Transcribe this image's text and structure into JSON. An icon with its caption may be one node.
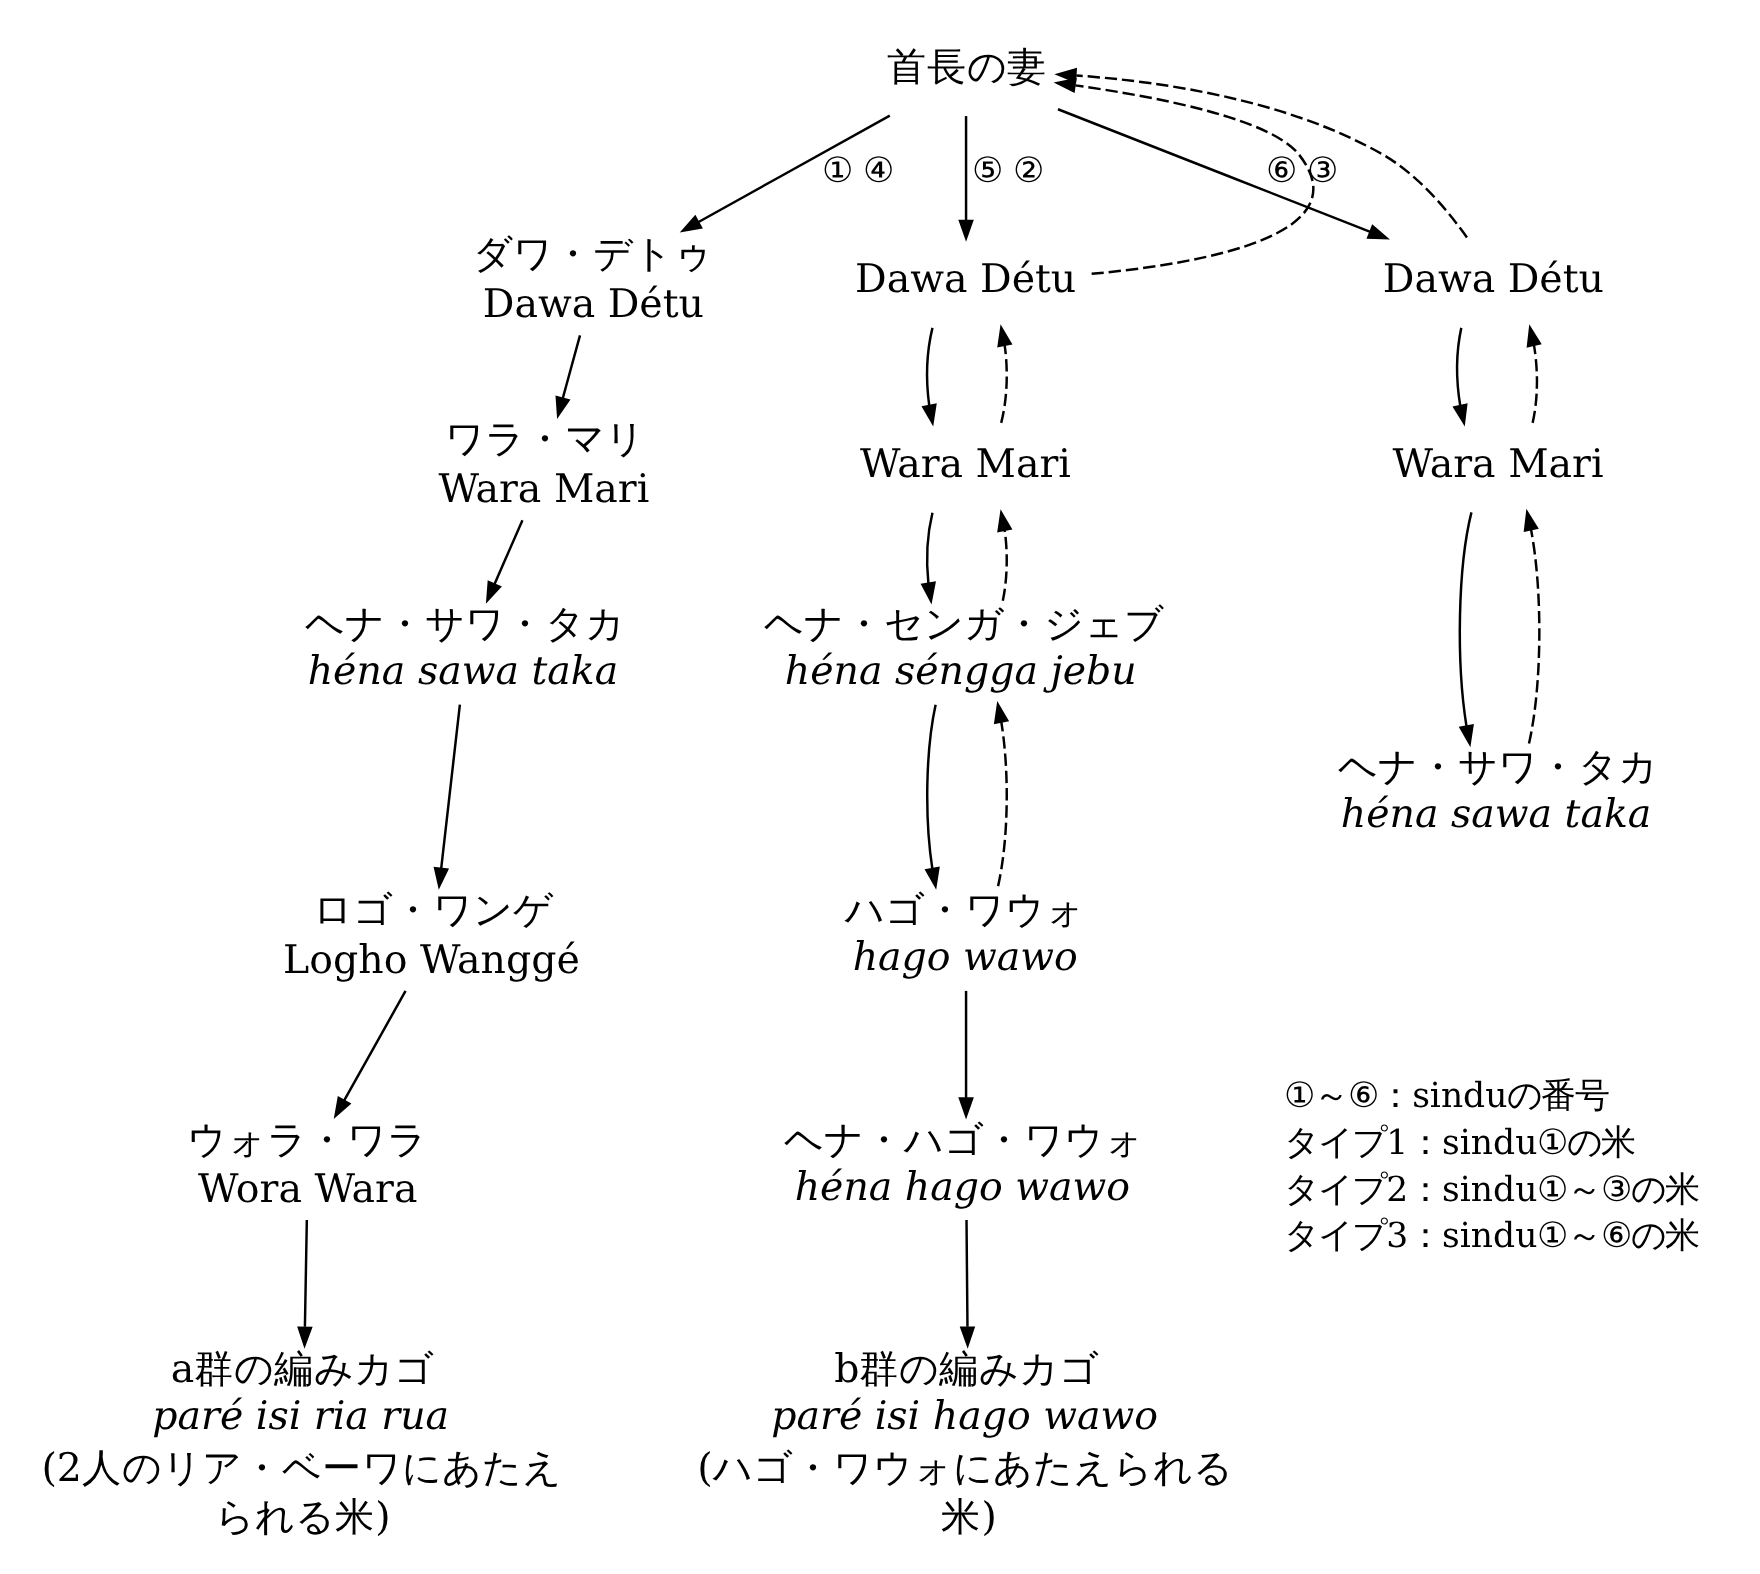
{
  "diagram": {
    "nodes": [
      {
        "text": [
          "首長の妻"
        ]
      },
      {
        "text": [
          "ダワ・デトゥ",
          "Dawa Détu"
        ]
      },
      {
        "text": [
          "ワラ・マリ",
          "Wara Mari"
        ]
      },
      {
        "text": [
          "ヘナ・サワ・タカ",
          "héna sawa taka"
        ]
      },
      {
        "text": [
          "ロゴ・ワンゲ",
          "Logho Wanggé"
        ]
      },
      {
        "text": [
          "ウォラ・ワラ",
          "Wora Wara"
        ]
      },
      {
        "text": [
          "a群の編みカゴ",
          "paré isi ria rua",
          "(2人のリア・ベーワにあたえられる米)"
        ]
      },
      {
        "text": [
          "Dawa Détu"
        ]
      },
      {
        "text": [
          "Wara Mari"
        ]
      },
      {
        "text": [
          "ヘナ・センガ・ジェブ",
          "héna séngga jebu"
        ]
      },
      {
        "text": [
          "ハゴ・ワウォ",
          "hago wawo"
        ]
      },
      {
        "text": [
          "ヘナ・ハゴ・ワウォ",
          "héna hago wawo"
        ]
      },
      {
        "text": [
          "b群の編みカゴ",
          "paré isi hago wawo",
          "(ハゴ・ワウォにあたえられる米)"
        ]
      },
      {
        "text": [
          "Dawa Détu"
        ]
      },
      {
        "text": [
          "Wara Mari"
        ]
      },
      {
        "text": [
          "ヘナ・サワ・タカ",
          "héna sawa taka"
        ]
      }
    ],
    "edges": [
      {
        "from": 0,
        "to": 1,
        "arrow": "to",
        "label": "① ④"
      },
      {
        "from": 1,
        "to": 2,
        "arrow": "to"
      },
      {
        "from": 2,
        "to": 3,
        "arrow": "to"
      },
      {
        "from": 3,
        "to": 4,
        "arrow": "to"
      },
      {
        "from": 4,
        "to": 5,
        "arrow": "to"
      },
      {
        "from": 5,
        "to": 6,
        "arrow": "to"
      },
      {
        "from": 0,
        "to": 7,
        "arrow": "to",
        "label": "⑤ ②"
      },
      {
        "from": 7,
        "to": 8,
        "arrow": "to"
      },
      {
        "from": 8,
        "to": 9,
        "arrow": "to"
      },
      {
        "from": 9,
        "to": 10,
        "arrow": "to"
      },
      {
        "from": 10,
        "to": 11,
        "arrow": "to"
      },
      {
        "from": 11,
        "to": 12,
        "arrow": "to"
      },
      {
        "from": 10,
        "to": 9,
        "arrow": "to",
        "style": "dashed"
      },
      {
        "from": 9,
        "to": 8,
        "arrow": "to",
        "style": "dashed"
      },
      {
        "from": 8,
        "to": 7,
        "arrow": "to",
        "style": "dashed"
      },
      {
        "from": 7,
        "to": 0,
        "arrow": "to",
        "style": "dashed"
      },
      {
        "from": 0,
        "to": 13,
        "arrow": "to",
        "label": "⑥ ③"
      },
      {
        "from": 13,
        "to": 14,
        "arrow": "to"
      },
      {
        "from": 14,
        "to": 15,
        "arrow": "to"
      },
      {
        "from": 15,
        "to": 14,
        "arrow": "to",
        "style": "dashed"
      },
      {
        "from": 14,
        "to": 13,
        "arrow": "to",
        "style": "dashed"
      },
      {
        "from": 13,
        "to": 0,
        "arrow": "to",
        "style": "dashed"
      }
    ],
    "labels": [
      "①～⑥：sinduの番号",
      "タイプ1：sindu①の米",
      "タイプ2：sindu①～③の米",
      "タイプ3：sindu①～⑥の米"
    ]
  }
}
